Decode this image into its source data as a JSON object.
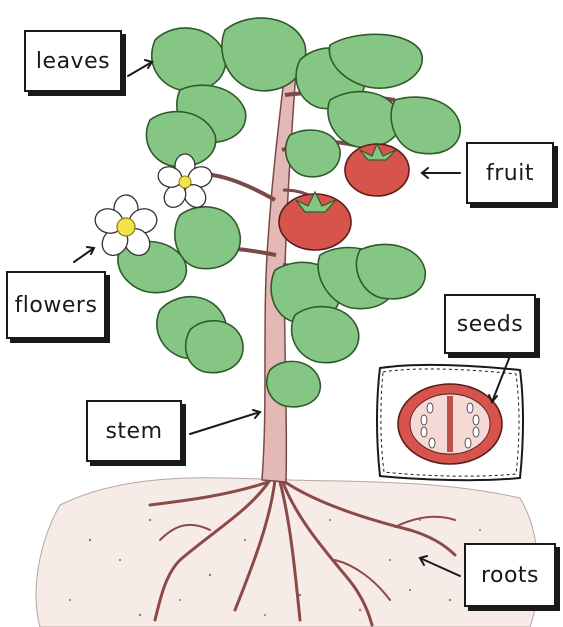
{
  "labels": {
    "leaves": "leaves",
    "fruit": "fruit",
    "flowers": "flowers",
    "seeds": "seeds",
    "stem": "stem",
    "roots": "roots"
  },
  "colors": {
    "leaf_green": "#7cc17a",
    "leaf_outline": "#2f5a2a",
    "stem_pink": "#d9a3a0",
    "fruit_red": "#d6544c",
    "flower_center": "#f2e34a",
    "soil_speckle": "#e9cfc9",
    "ink": "#1a1a1a"
  }
}
